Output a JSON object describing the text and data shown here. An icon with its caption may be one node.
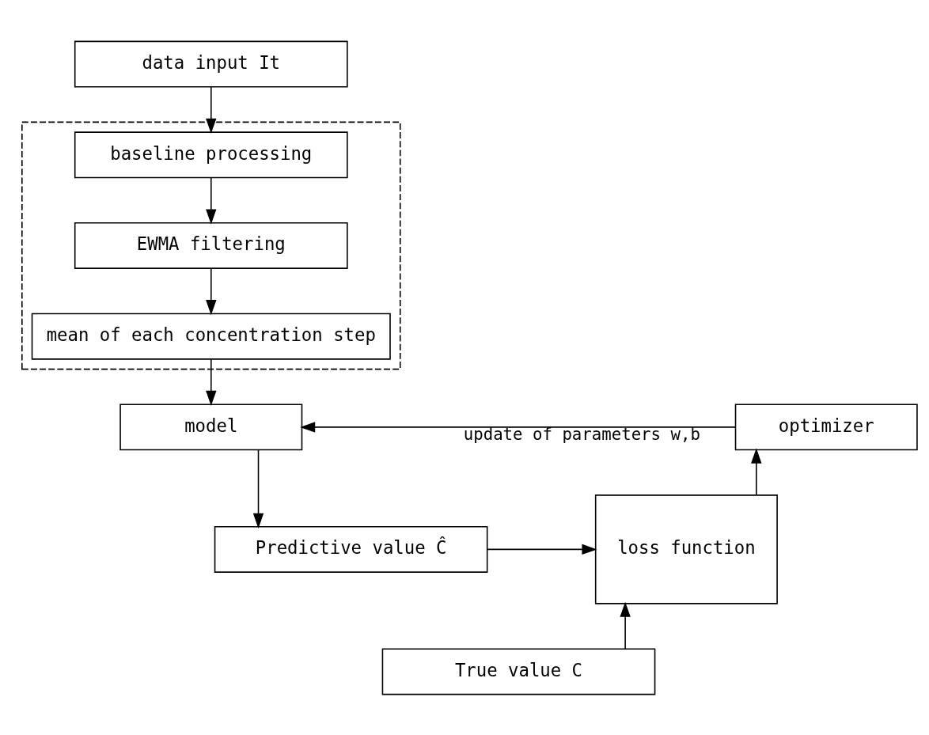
{
  "diagram": {
    "nodes": [
      {
        "text": [
          "data input It"
        ]
      },
      {
        "text": [],
        "shape": "box"
      },
      {
        "text": [
          "baseline processing"
        ],
        "in": 1
      },
      {
        "text": [
          "EWMA filtering"
        ],
        "in": 1
      },
      {
        "text": [
          "mean of each concentration step"
        ],
        "in": 1
      },
      {
        "text": [
          "model"
        ]
      },
      {
        "text": [
          "optimizer"
        ]
      },
      {
        "text": [
          "Predictive value Ĉ"
        ]
      },
      {
        "text": [
          "loss function"
        ]
      },
      {
        "text": [
          "True value C"
        ]
      }
    ],
    "edges": [
      {
        "from": 0,
        "to": 2,
        "arrow": "to"
      },
      {
        "from": 2,
        "to": 3,
        "arrow": "to"
      },
      {
        "from": 3,
        "to": 4,
        "arrow": "to"
      },
      {
        "from": 4,
        "to": 5,
        "arrow": "to"
      },
      {
        "from": 6,
        "to": 5,
        "arrow": "to",
        "label": "update of parameters w,b"
      },
      {
        "from": 8,
        "to": 6,
        "arrow": "to"
      },
      {
        "from": 5,
        "to": 7,
        "arrow": "to"
      },
      {
        "from": 7,
        "to": 8,
        "arrow": "to"
      },
      {
        "from": 9,
        "to": 8,
        "arrow": "to"
      }
    ]
  }
}
